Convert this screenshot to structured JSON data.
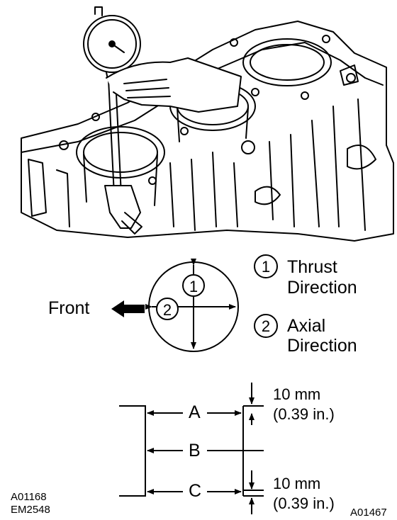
{
  "legend": {
    "item1_number": "1",
    "item1_line1": "Thrust",
    "item1_line2": "Direction",
    "item2_number": "2",
    "item2_line1": "Axial",
    "item2_line2": "Direction"
  },
  "bore_diagram": {
    "front_label": "Front",
    "marker1": "1",
    "marker2": "2"
  },
  "measure_diagram": {
    "label_a": "A",
    "label_b": "B",
    "label_c": "C",
    "top_value": "10 mm",
    "top_value_in": "(0.39 in.)",
    "bottom_value": "10 mm",
    "bottom_value_in": "(0.39 in.)"
  },
  "figure_codes": {
    "code_1": "A01168",
    "code_2": "EM2548",
    "code_3": "A01467"
  },
  "colors": {
    "ink": "#000000",
    "paper": "#ffffff"
  }
}
